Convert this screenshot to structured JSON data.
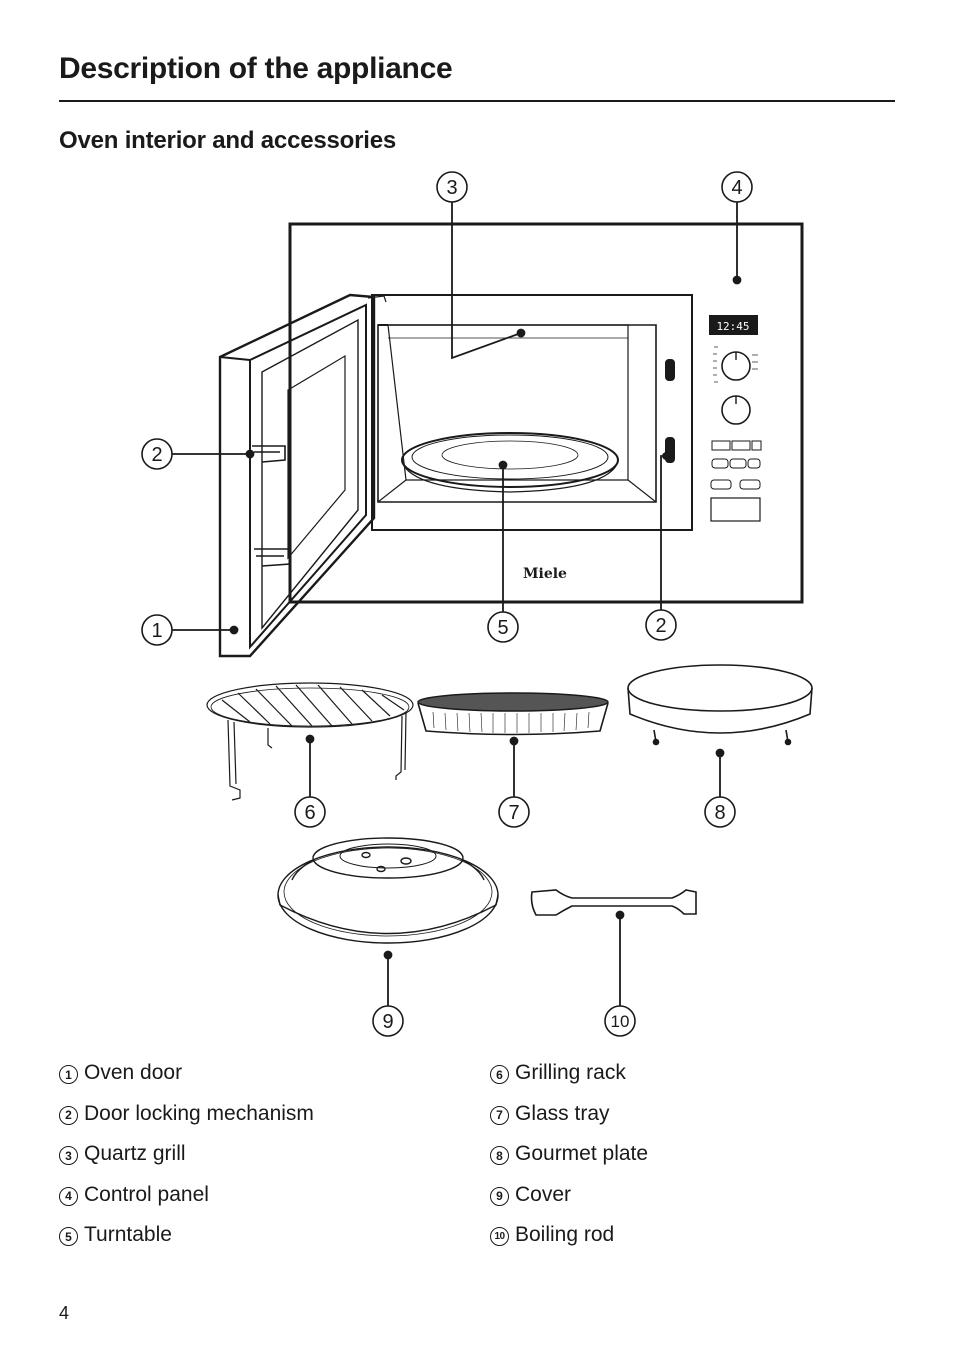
{
  "header": {
    "title": "Description of the appliance",
    "subtitle": "Oven interior and accessories"
  },
  "figure": {
    "callouts": [
      "1",
      "2",
      "3",
      "4",
      "5",
      "2",
      "6",
      "7",
      "8",
      "9",
      "10"
    ],
    "display_time": "12:45",
    "brand_logo": "Miele"
  },
  "legend": {
    "left": [
      {
        "num": "1",
        "label": "Oven door"
      },
      {
        "num": "2",
        "label": "Door locking mechanism"
      },
      {
        "num": "3",
        "label": "Quartz grill"
      },
      {
        "num": "4",
        "label": "Control panel"
      },
      {
        "num": "5",
        "label": "Turntable"
      }
    ],
    "right": [
      {
        "num": "6",
        "label": "Grilling rack"
      },
      {
        "num": "7",
        "label": "Glass tray"
      },
      {
        "num": "8",
        "label": "Gourmet plate"
      },
      {
        "num": "9",
        "label": "Cover"
      },
      {
        "num": "10",
        "label": "Boiling rod"
      }
    ]
  },
  "footer": {
    "page_number": "4"
  }
}
